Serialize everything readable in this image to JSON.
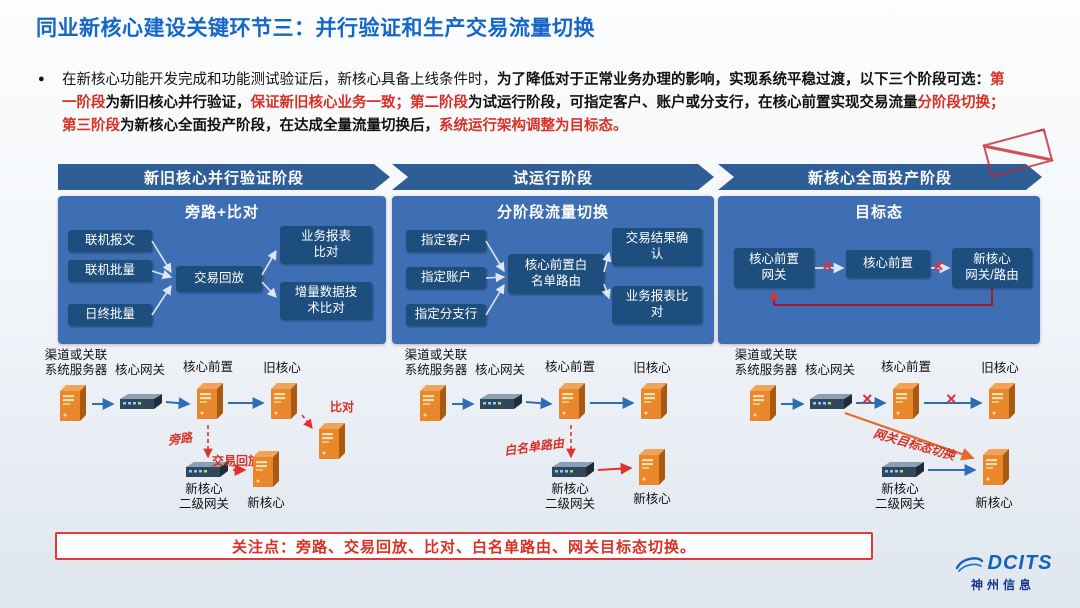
{
  "slide_title": "同业新核心建设关键环节三：并行验证和生产交易流量切换",
  "intro": {
    "bullet": "●",
    "segments": [
      {
        "text": "在新核心功能开发完成和功能测试验证后，新核心具备上线条件时，",
        "style": "normal"
      },
      {
        "text": "为了降低对于正常业务办理的影响，实现系统平稳过渡，以下三个阶段可选：",
        "style": "bold"
      },
      {
        "text": "第一阶段",
        "style": "red"
      },
      {
        "text": "为新旧核心并行验证，",
        "style": "bold"
      },
      {
        "text": "保证新旧核心业务一致；",
        "style": "red"
      },
      {
        "text": "第二阶段",
        "style": "red"
      },
      {
        "text": "为试运行阶段，可指定客户、账户或分支行，在核心前置实现交易流量",
        "style": "bold"
      },
      {
        "text": "分阶段切换；",
        "style": "red"
      },
      {
        "text": "第三阶段",
        "style": "red"
      },
      {
        "text": "为新核心全面投产阶段，在达成全量流量切换后，",
        "style": "bold"
      },
      {
        "text": "系统运行架构调整为目标态。",
        "style": "red"
      }
    ]
  },
  "phases": [
    {
      "banner": "新旧核心并行验证阶段",
      "panel_title": "旁路+比对",
      "inputs": [
        "联机报文",
        "联机批量",
        "日终批量"
      ],
      "center": "交易回放",
      "outputs": [
        "业务报表\n比对",
        "增量数据技\n术比对"
      ]
    },
    {
      "banner": "试运行阶段",
      "panel_title": "分阶段流量切换",
      "inputs": [
        "指定客户",
        "指定账户",
        "指定分支行"
      ],
      "center": "核心前置白\n名单路由",
      "outputs": [
        "交易结果确\n认",
        "业务报表比\n对"
      ]
    },
    {
      "banner": "新核心全面投产阶段",
      "panel_title": "目标态",
      "chain": [
        "核心前置\n网关",
        "核心前置",
        "新核心\n网关/路由"
      ]
    }
  ],
  "diagrams": {
    "d1": {
      "source": "渠道或关联\n系统服务器",
      "gateway": "核心网关",
      "front": "核心前置",
      "old_core": "旧核心",
      "compare": "比对",
      "bypass": "旁路",
      "replay": "交易回放",
      "secondary_gateway": "新核心\n二级网关",
      "new_core": "新核心"
    },
    "d2": {
      "source": "渠道或关联\n系统服务器",
      "gateway": "核心网关",
      "front": "核心前置",
      "old_core": "旧核心",
      "whitelist": "白名单路由",
      "secondary_gateway": "新核心\n二级网关",
      "new_core": "新核心"
    },
    "d3": {
      "source": "渠道或关联\n系统服务器",
      "gateway": "核心网关",
      "front": "核心前置",
      "old_core": "旧核心",
      "switch_note": "网关目标态切换",
      "secondary_gateway": "新核心\n二级网关",
      "new_core": "新核心"
    }
  },
  "marks": {
    "x": "×"
  },
  "footer": {
    "note": "关注点：旁路、交易回放、比对、白名单路由、网关目标态切换。"
  },
  "logo": {
    "brand": "DCITS",
    "company": "神州信息"
  },
  "colors": {
    "title_blue": "#1467C8",
    "banner_blue": "#2E5E96",
    "panel_blue": "#3E6FB4",
    "box_blue": "#1E4E7E",
    "accent_red": "#D93025",
    "server_orange": "#E8872B"
  }
}
